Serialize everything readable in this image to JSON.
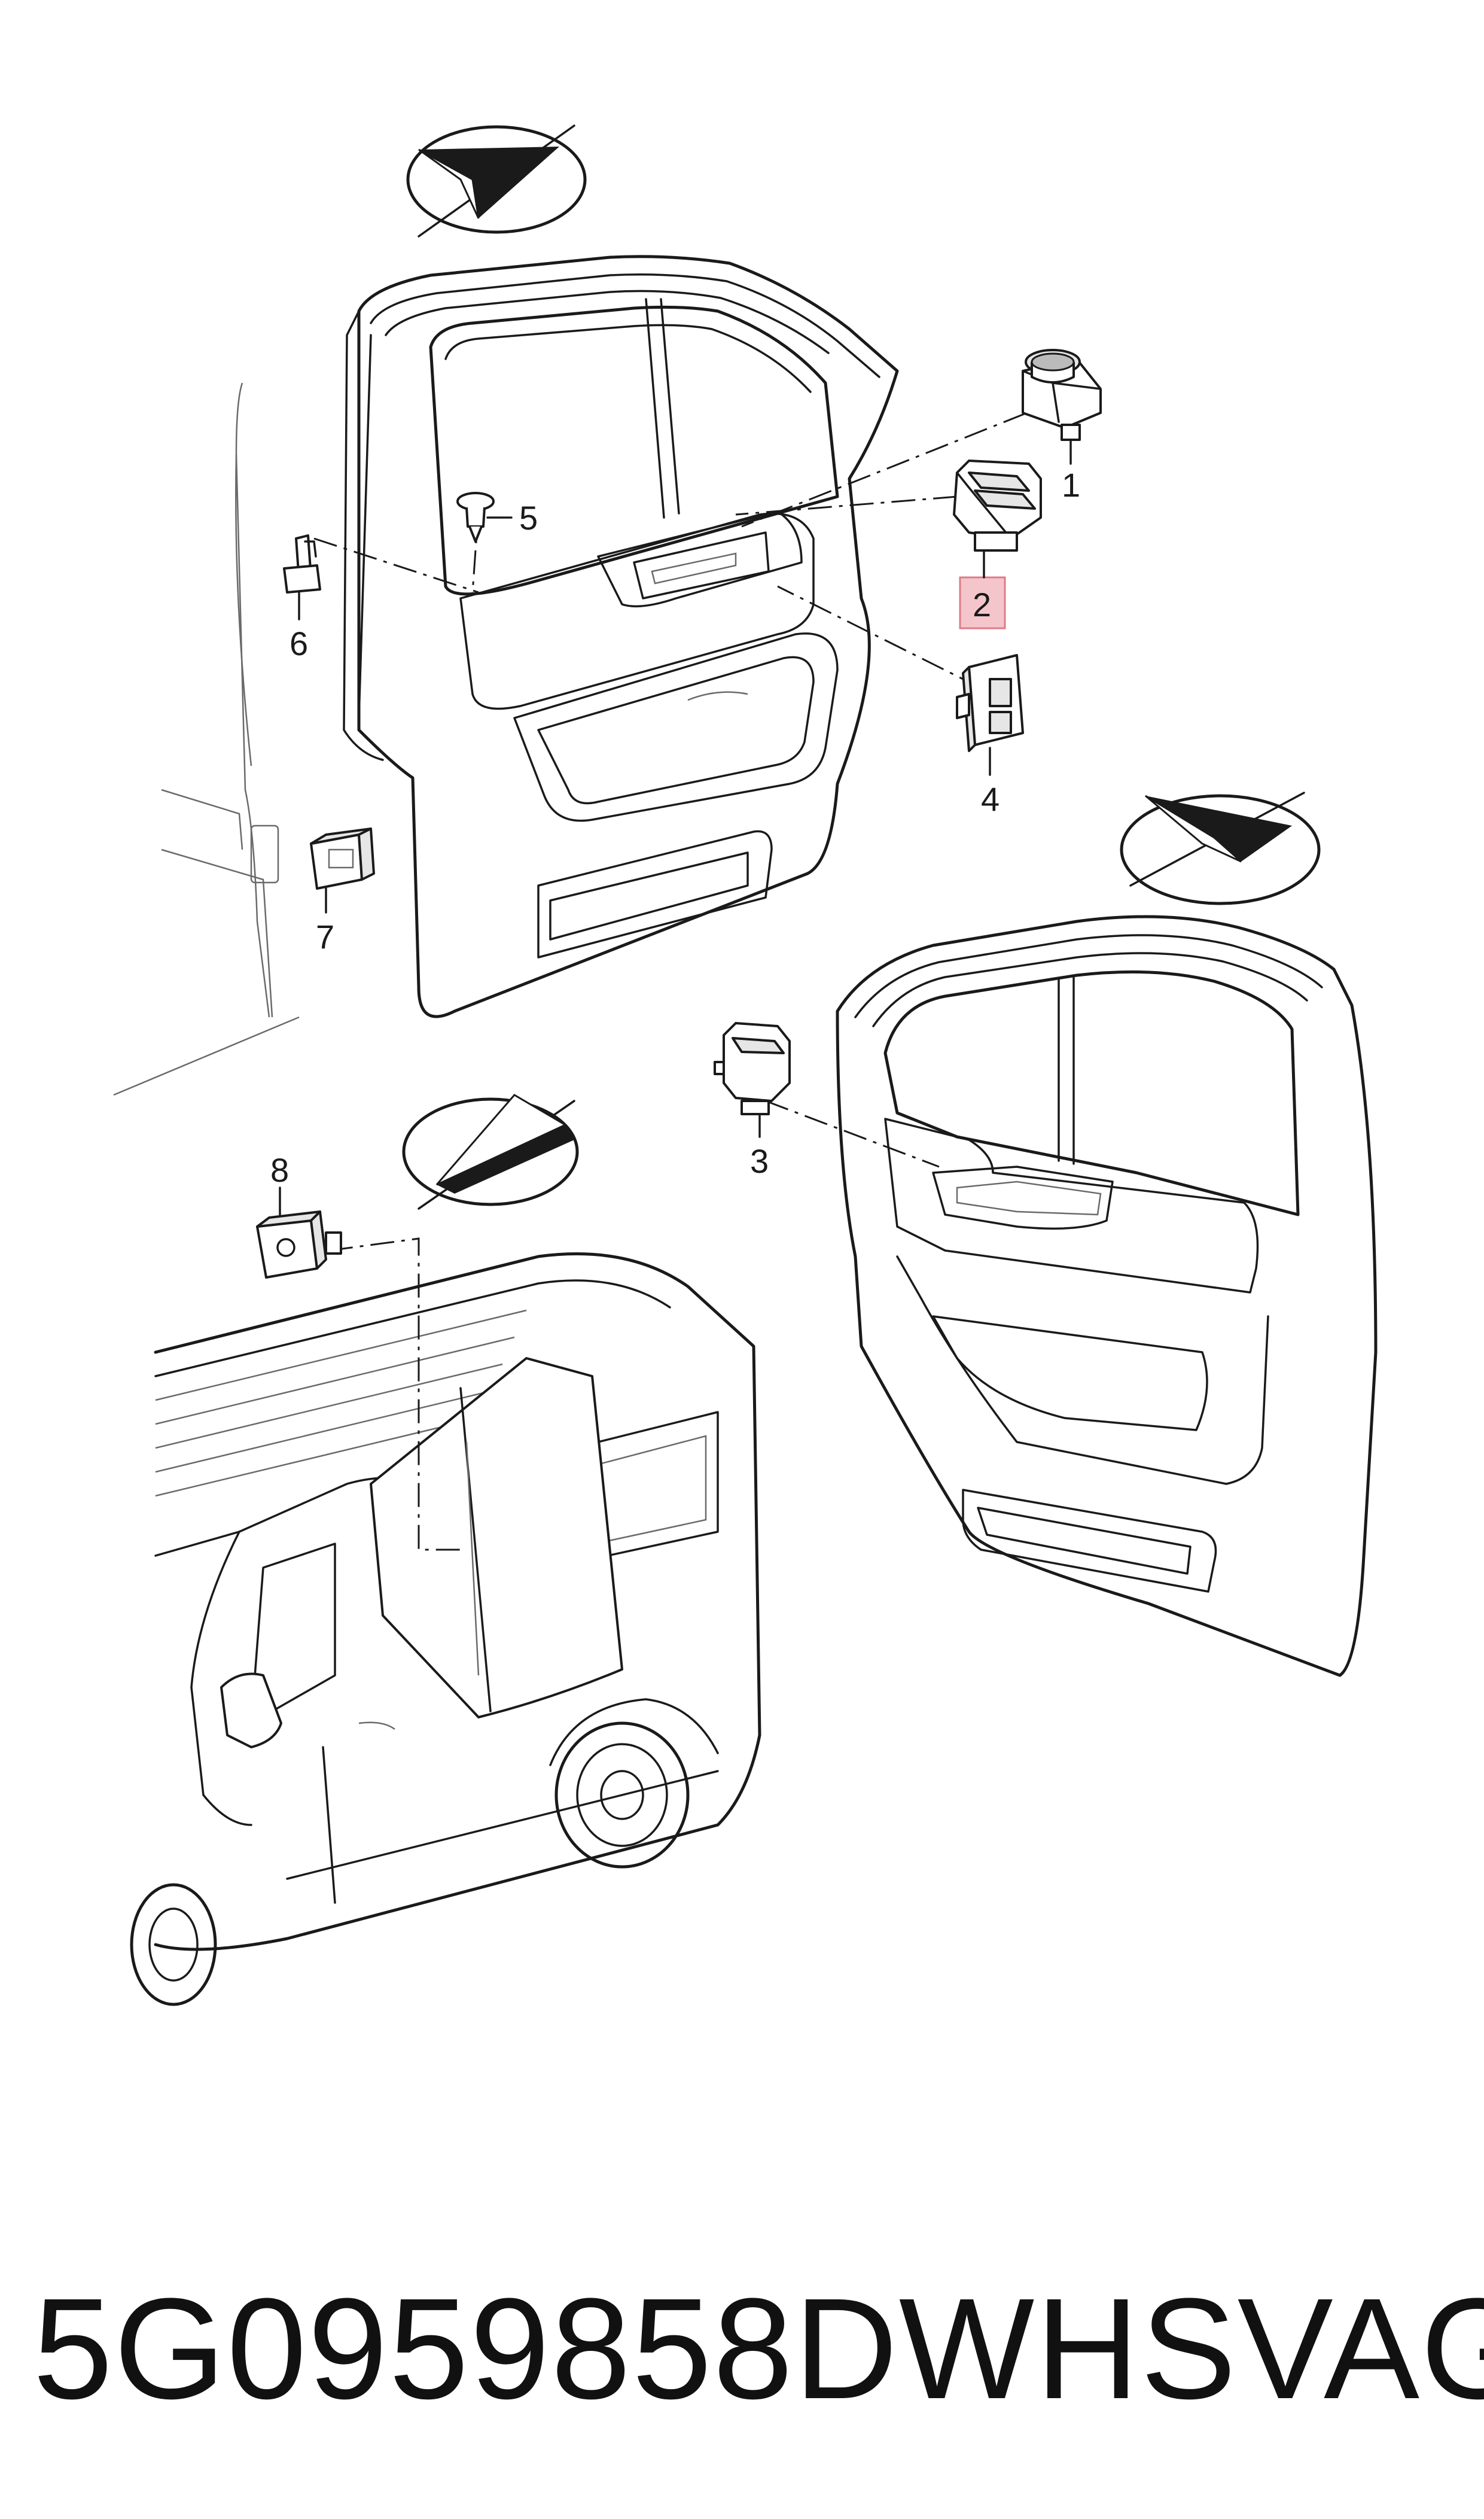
{
  "callouts": {
    "c1": "1",
    "c2": "2",
    "c3": "3",
    "c4": "4",
    "c5": "5",
    "c6": "6",
    "c7": "7",
    "c8": "8"
  },
  "highlight_color": "#f4c6cc",
  "footer": {
    "part_number": "5G0959858DWHS",
    "brand": "VAG"
  },
  "icons": [
    "view-direction-icon",
    "window-switch-icon",
    "mirror-adjust-switch-icon",
    "interior-light-switch-icon"
  ]
}
